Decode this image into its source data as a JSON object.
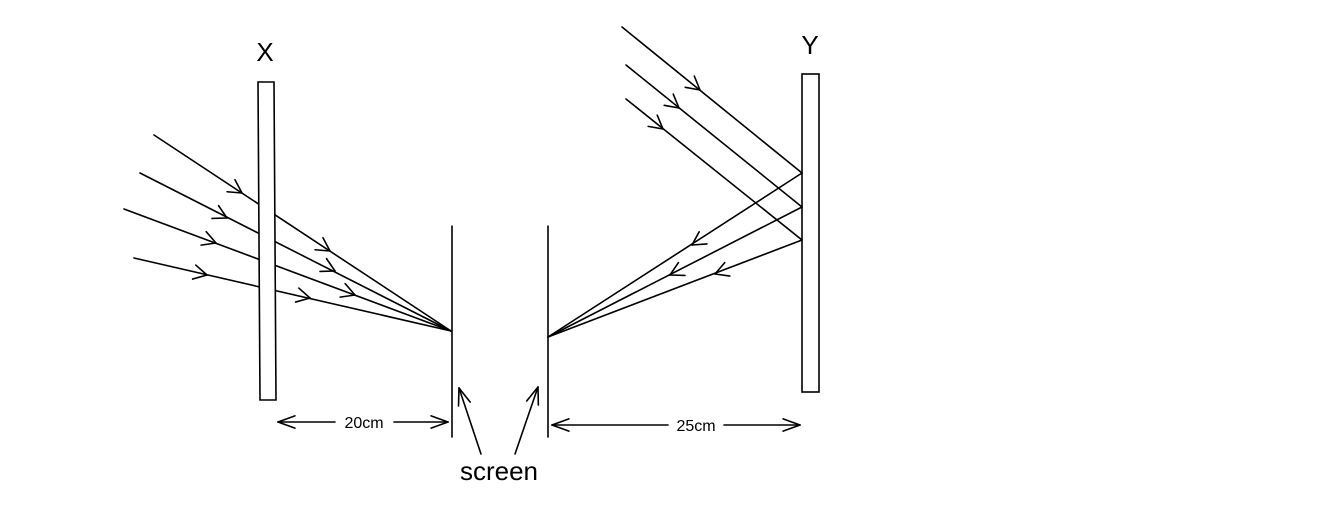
{
  "labels": {
    "lens_x": "X",
    "lens_y": "Y",
    "screen": "screen",
    "dist_left": "20cm",
    "dist_right": "25cm"
  },
  "colors": {
    "line": "#000000",
    "background": "#ffffff"
  }
}
